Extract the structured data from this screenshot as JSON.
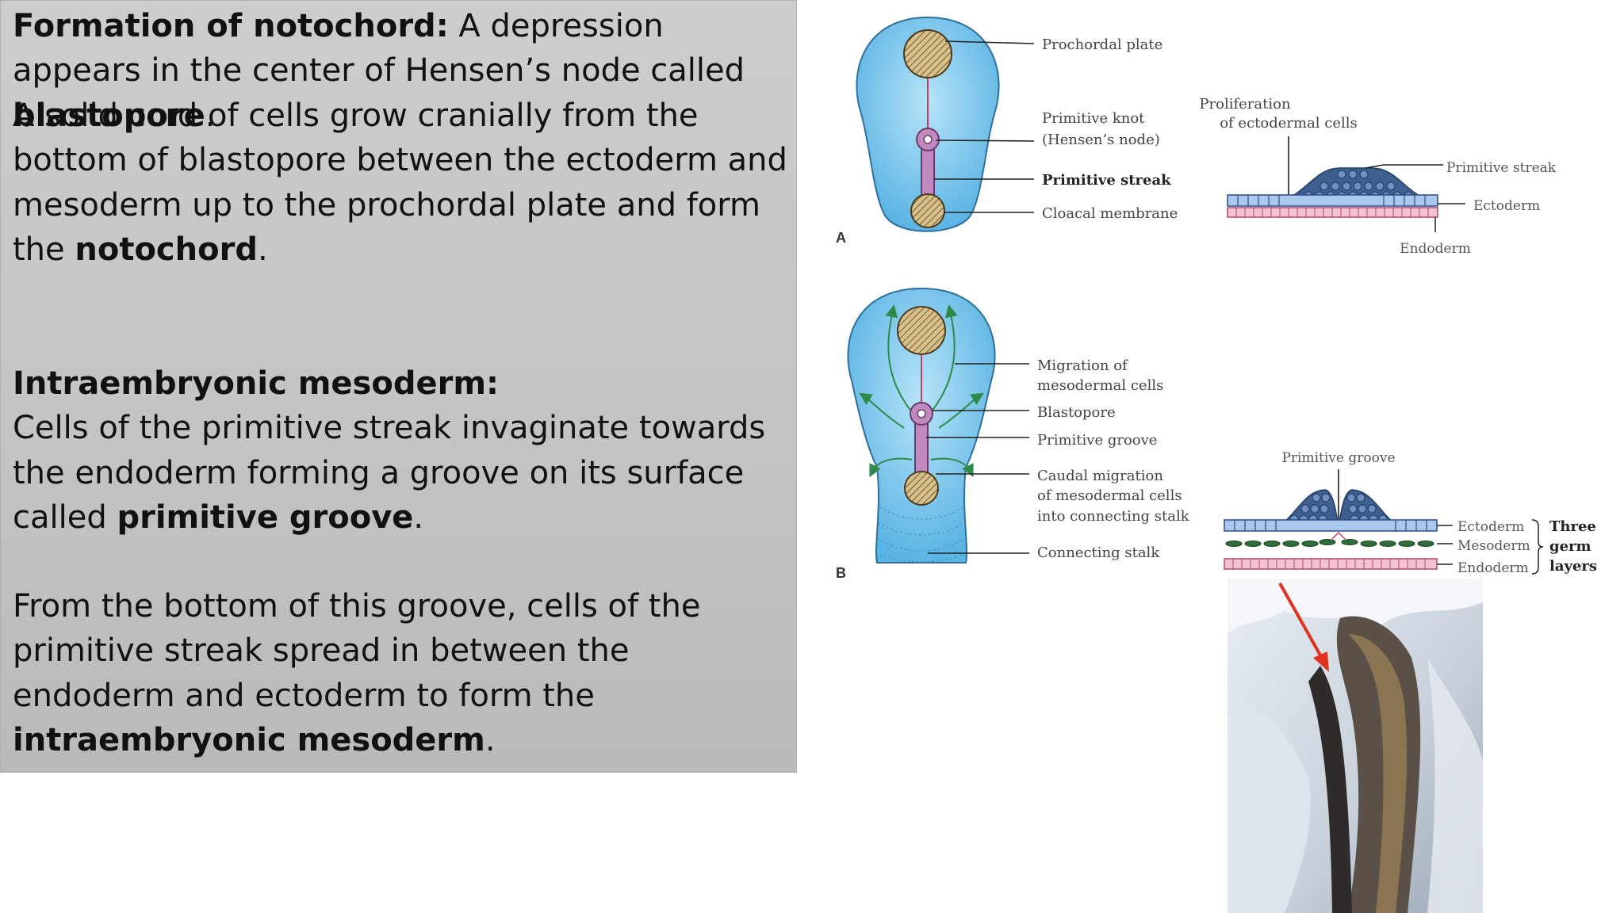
{
  "notochord": {
    "heading": "Formation of notochord:",
    "t1": " A depression appears in the center of Hensen’s node called ",
    "t1_bold": "blastopore",
    "t1_end": ".",
    "t2": "A solid cord of cells grow cranially from the bottom of blastopore between the ectoderm and mesoderm up to the prochordal plate and form the ",
    "t2_bold": "notochord",
    "t2_end": "."
  },
  "mesoderm": {
    "heading": "Intraembryonic mesoderm:",
    "t1": "Cells of the primitive streak invaginate towards the endoderm forming a groove on its surface called ",
    "t1_bold": "primitive groove",
    "t1_end": ".",
    "t2": "From the bottom of this groove, cells of the primitive streak spread in between the endoderm and ectoderm to form the ",
    "t2_bold": "intraembryonic mesoderm",
    "t2_end": "."
  },
  "figure_a": {
    "letter": "A",
    "prochordal": "Prochordal plate",
    "knot_1": "Primitive knot",
    "knot_2": "(Hensen’s node)",
    "streak": "Primitive streak",
    "cloacal": "Cloacal membrane",
    "prolif_1": "Proliferation",
    "prolif_2": "of ectodermal cells",
    "section_streak": "Primitive streak",
    "ectoderm": "Ectoderm",
    "endoderm": "Endoderm"
  },
  "figure_b": {
    "letter": "B",
    "migration_1": "Migration of",
    "migration_2": "mesodermal cells",
    "blastopore": "Blastopore",
    "groove": "Primitive groove",
    "caudal_1": "Caudal migration",
    "caudal_2": "of mesodermal cells",
    "caudal_3": "into connecting stalk",
    "stalk": "Connecting stalk",
    "section_groove": "Primitive groove",
    "ectoderm": "Ectoderm",
    "mesoderm": "Mesoderm",
    "endoderm": "Endoderm",
    "three_1": "Three",
    "three_2": "germ",
    "three_3": "layers"
  },
  "colors": {
    "disc": "#7cc8ee",
    "hatched": "#c9b078",
    "streak": "#b07ab0",
    "ectoderm": "#a9c8ec",
    "mesoderm": "#2f6e3a",
    "endoderm": "#e7a9bd",
    "arrow": "#e0321e"
  }
}
